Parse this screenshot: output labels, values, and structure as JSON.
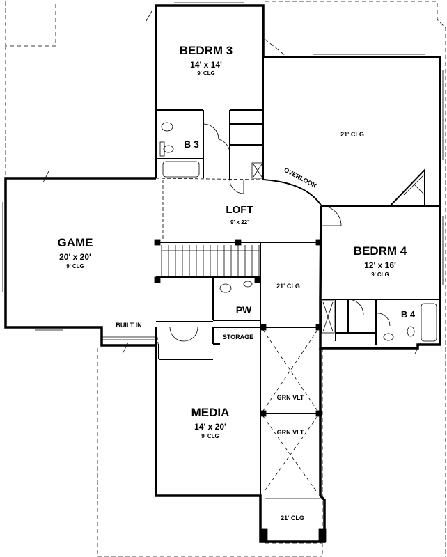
{
  "rooms": {
    "bedroom3": {
      "name": "BEDRM 3",
      "size": "14' x 14'",
      "ceiling": "9' CLG"
    },
    "bath3": {
      "name": "B 3"
    },
    "upper_right": {
      "ceiling": "21' CLG"
    },
    "overlook": {
      "name": "OVERLOOK"
    },
    "loft": {
      "name": "LOFT",
      "size": "9' x 22'"
    },
    "game": {
      "name": "GAME",
      "size": "20' x 20'",
      "ceiling": "9' CLG"
    },
    "bedroom4": {
      "name": "BEDRM 4",
      "size": "12' x 16'",
      "ceiling": "9' CLG"
    },
    "bath4": {
      "name": "B 4"
    },
    "stair_open": {
      "ceiling": "21' CLG"
    },
    "powder": {
      "name": "PW"
    },
    "built_in": {
      "name": "BUILT IN"
    },
    "storage": {
      "name": "STORAGE"
    },
    "media": {
      "name": "MEDIA",
      "size": "14' x 20'",
      "ceiling": "9' CLG"
    },
    "gallery_upper": {
      "ceiling": "GRN VLT"
    },
    "gallery_lower": {
      "ceiling": "GRN VLT"
    },
    "entry": {
      "ceiling": "21' CLG"
    }
  }
}
